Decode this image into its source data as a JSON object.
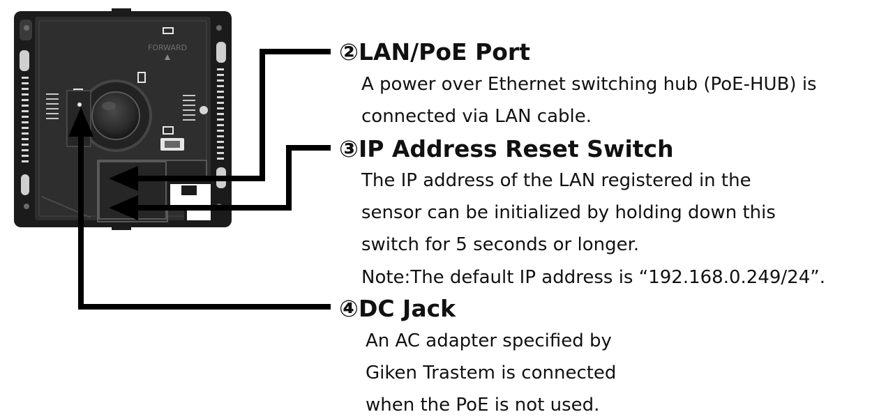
{
  "device": {
    "forward_label": "FORWARD"
  },
  "callouts": [
    {
      "id": "lan-poe-port",
      "heading": "②LAN/PoE Port",
      "lines": [
        "A power over Ethernet switching hub (PoE-HUB) is",
        "connected via LAN cable."
      ]
    },
    {
      "id": "ip-reset-switch",
      "heading": "③IP Address Reset Switch",
      "lines": [
        "The IP address of the LAN registered in the",
        "sensor can be initialized by holding down this",
        "switch for 5 seconds or longer.",
        "Note:The default IP address is “192.168.0.249/24”."
      ]
    },
    {
      "id": "dc-jack",
      "heading": "④DC Jack",
      "lines": [
        "An AC adapter specified by",
        "Giken Trastem is connected",
        "when the PoE is not used."
      ]
    }
  ],
  "colors": {
    "text": "#111111",
    "leader_line": "#000000",
    "device_body": "#2a2a2a",
    "device_frame": "#1a1a1a"
  }
}
